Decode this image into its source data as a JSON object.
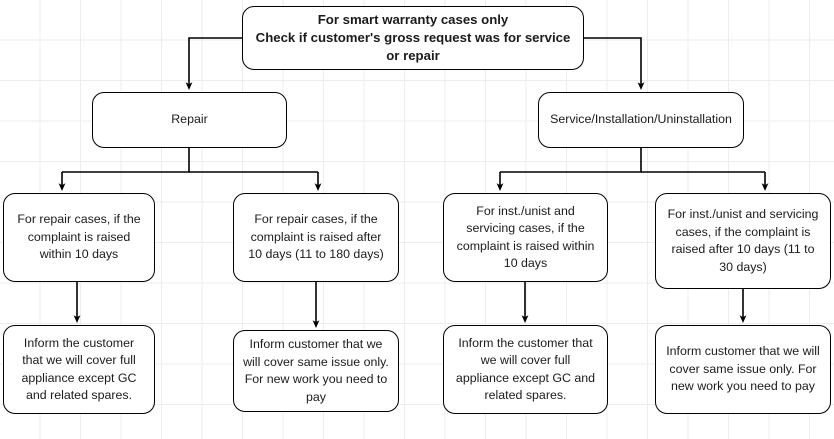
{
  "diagram": {
    "title_text": "For smart warranty cases only\nCheck if customer's gross request was for service or repair",
    "stroke_color": "#000000",
    "node_fill": "#ffffff",
    "text_color": "#1b1b1b",
    "grid_minor_color": "#ededed",
    "grid_major_color": "#e2e2e2",
    "nodes": {
      "root": "For smart warranty cases only\nCheck if customer's gross request was for service or repair",
      "repair": "Repair",
      "service": "Service/Installation/Uninstallation",
      "repair_within_10": "For repair cases, if the complaint is raised within 10 days",
      "repair_after_10": "For repair cases, if the complaint is raised after 10 days (11 to 180 days)",
      "inst_within_10": "For inst./unist and servicing cases, if the complaint is raised within 10 days",
      "inst_after_10": "For inst./unist and servicing cases, if the complaint is raised after 10 days (11 to 30 days)",
      "outcome_repair_within_10": "Inform the customer that we will cover full appliance except GC and related spares.",
      "outcome_repair_after_10": "Inform customer that we will cover same issue only. For new work you need to pay",
      "outcome_inst_within_10": "Inform the customer that we will cover full appliance except GC and related spares.",
      "outcome_inst_after_10": "Inform customer that we will cover same issue only. For new work you need to pay"
    },
    "edges": [
      {
        "name": "root-to-repair",
        "from": "root",
        "to": "repair"
      },
      {
        "name": "root-to-service",
        "from": "root",
        "to": "service"
      },
      {
        "name": "repair-to-within-10",
        "from": "repair",
        "to": "repair_within_10"
      },
      {
        "name": "repair-to-after-10",
        "from": "repair",
        "to": "repair_after_10"
      },
      {
        "name": "service-to-within-10",
        "from": "service",
        "to": "inst_within_10"
      },
      {
        "name": "service-to-after-10",
        "from": "service",
        "to": "inst_after_10"
      },
      {
        "name": "repair-within-10-to-outcome",
        "from": "repair_within_10",
        "to": "outcome_repair_within_10"
      },
      {
        "name": "repair-after-10-to-outcome",
        "from": "repair_after_10",
        "to": "outcome_repair_after_10"
      },
      {
        "name": "inst-within-10-to-outcome",
        "from": "inst_within_10",
        "to": "outcome_inst_within_10"
      },
      {
        "name": "inst-after-10-to-outcome",
        "from": "inst_after_10",
        "to": "outcome_inst_after_10"
      }
    ]
  }
}
